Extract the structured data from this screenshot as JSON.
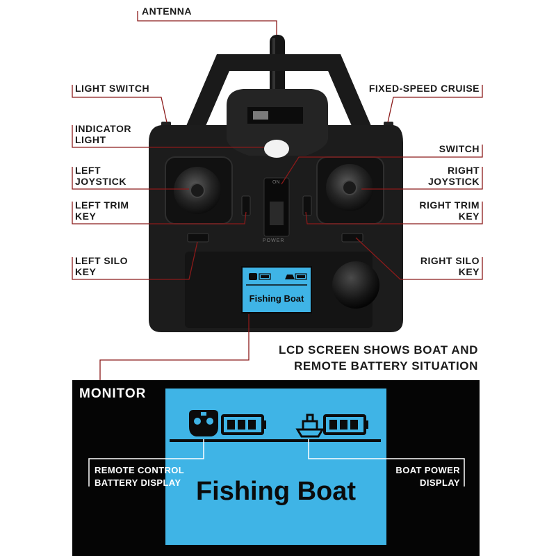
{
  "labels": {
    "antenna": "ANTENNA",
    "light_switch": "LIGHT SWITCH",
    "fixed_speed_cruise": "FIXED-SPEED CRUISE",
    "indicator_light_1": "INDICATOR",
    "indicator_light_2": "LIGHT",
    "switch": "SWITCH",
    "left_joystick_1": "LEFT",
    "left_joystick_2": "JOYSTICK",
    "right_joystick_1": "RIGHT",
    "right_joystick_2": "JOYSTICK",
    "left_trim_1": "LEFT TRIM",
    "left_trim_2": "KEY",
    "right_trim_1": "RIGHT TRIM",
    "right_trim_2": "KEY",
    "left_silo_1": "LEFT SILO",
    "left_silo_2": "KEY",
    "right_silo_1": "RIGHT SILO",
    "right_silo_2": "KEY"
  },
  "caption": {
    "line1": "LCD SCREEN SHOWS BOAT AND",
    "line2": "REMOTE BATTERY SITUATION"
  },
  "monitor": {
    "title": "MONITOR",
    "screen_text": "Fishing Boat",
    "remote_callout_1": "REMOTE CONTROL",
    "remote_callout_2": "BATTERY DISPLAY",
    "boat_callout_1": "BOAT POWER",
    "boat_callout_2": "DISPLAY"
  },
  "device": {
    "switch_on": "ON",
    "switch_power": "POWER",
    "lcd_text": "Fishing Boat"
  },
  "colors": {
    "leader_line": "#8b1a1a",
    "lcd_blue": "#3fb4e6",
    "panel_black": "#050505",
    "controller_body": "#1c1c1c"
  },
  "icons": [
    "remote-controller-icon",
    "battery-icon",
    "boat-icon",
    "power-knob-icon"
  ]
}
